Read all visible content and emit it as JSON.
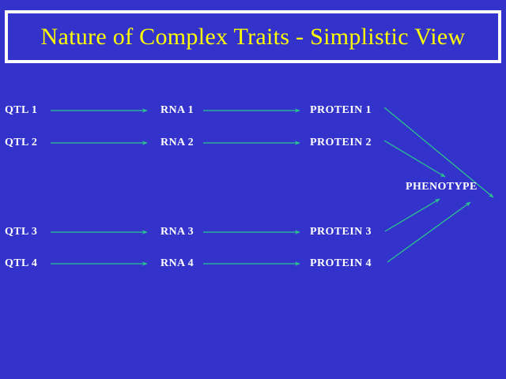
{
  "slide": {
    "background_color": "#3333CC",
    "title": "Nature of Complex Traits - Simplistic View",
    "title_color": "#FFFF00",
    "title_border_color": "#FFFFFF",
    "label_color": "#FFFFFF",
    "arrow_color": "#2BC48C"
  },
  "columns": {
    "qtl": "QTL",
    "rna": "RNA",
    "protein": "PROTEIN"
  },
  "nodes": {
    "qtl": [
      "QTL 1",
      "QTL 2",
      "QTL 3",
      "QTL 4"
    ],
    "rna": [
      "RNA 1",
      "RNA 2",
      "RNA 3",
      "RNA 4"
    ],
    "protein": [
      "PROTEIN 1",
      "PROTEIN 2",
      "PROTEIN 3",
      "PROTEIN 4"
    ],
    "phenotype": "PHENOTYPE"
  },
  "flows": [
    {
      "from": "QTL 1",
      "to": "RNA 1"
    },
    {
      "from": "RNA 1",
      "to": "PROTEIN 1"
    },
    {
      "from": "PROTEIN 1",
      "to": "PHENOTYPE"
    },
    {
      "from": "QTL 2",
      "to": "RNA 2"
    },
    {
      "from": "RNA 2",
      "to": "PROTEIN 2"
    },
    {
      "from": "PROTEIN 2",
      "to": "PHENOTYPE"
    },
    {
      "from": "QTL 3",
      "to": "RNA 3"
    },
    {
      "from": "RNA 3",
      "to": "PROTEIN 3"
    },
    {
      "from": "PROTEIN 3",
      "to": "PHENOTYPE"
    },
    {
      "from": "QTL 4",
      "to": "RNA 4"
    },
    {
      "from": "RNA 4",
      "to": "PROTEIN 4"
    },
    {
      "from": "PROTEIN 4",
      "to": "PHENOTYPE"
    }
  ]
}
